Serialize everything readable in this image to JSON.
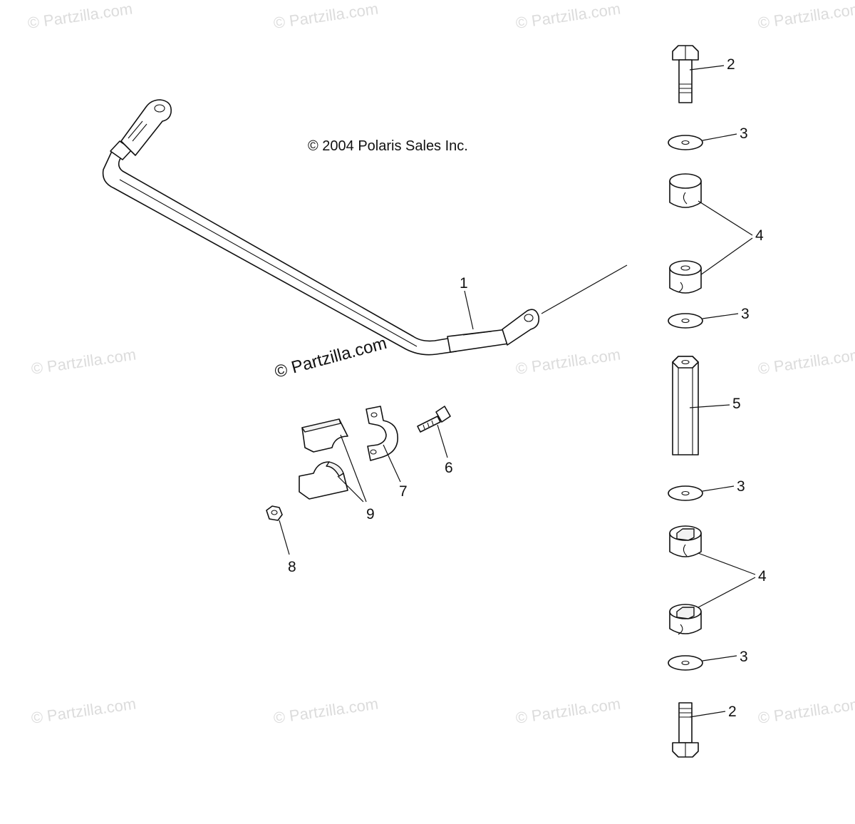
{
  "diagram": {
    "copyright": "© 2004 Polaris Sales Inc.",
    "watermark_text": "© Partzilla.com",
    "callouts": {
      "stabilizer_bar": "1",
      "bolt_top": "2",
      "bolt_bottom": "2",
      "washer_1": "3",
      "washer_2": "3",
      "washer_3": "3",
      "washer_4": "3",
      "bushing_upper": "4",
      "bushing_lower": "4",
      "spacer": "5",
      "screw": "6",
      "clamp": "7",
      "nut": "8",
      "bar_bushing": "9"
    }
  }
}
